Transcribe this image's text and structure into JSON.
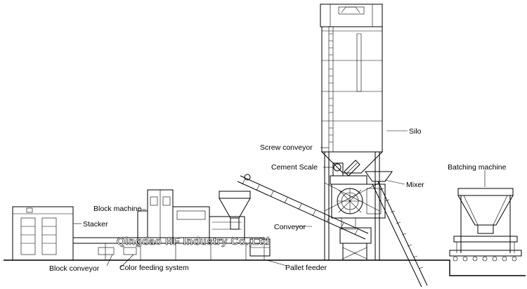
{
  "labels": {
    "silo": "Silo",
    "screw_conveyor": "Screw conveyor",
    "cement_scale": "Cement Scale",
    "batching_machine": "Batching machine",
    "mixer": "Mixer",
    "block_machine": "Block machine",
    "stacker": "Stacker",
    "conveyor": "Conveyor",
    "pallet_feeder": "Pallet feeder",
    "block_conveyor": "Block conveyor",
    "color_feeding_system": "Color feeding system"
  },
  "watermark": "Qingdao HF Industry Co.,Ltd"
}
